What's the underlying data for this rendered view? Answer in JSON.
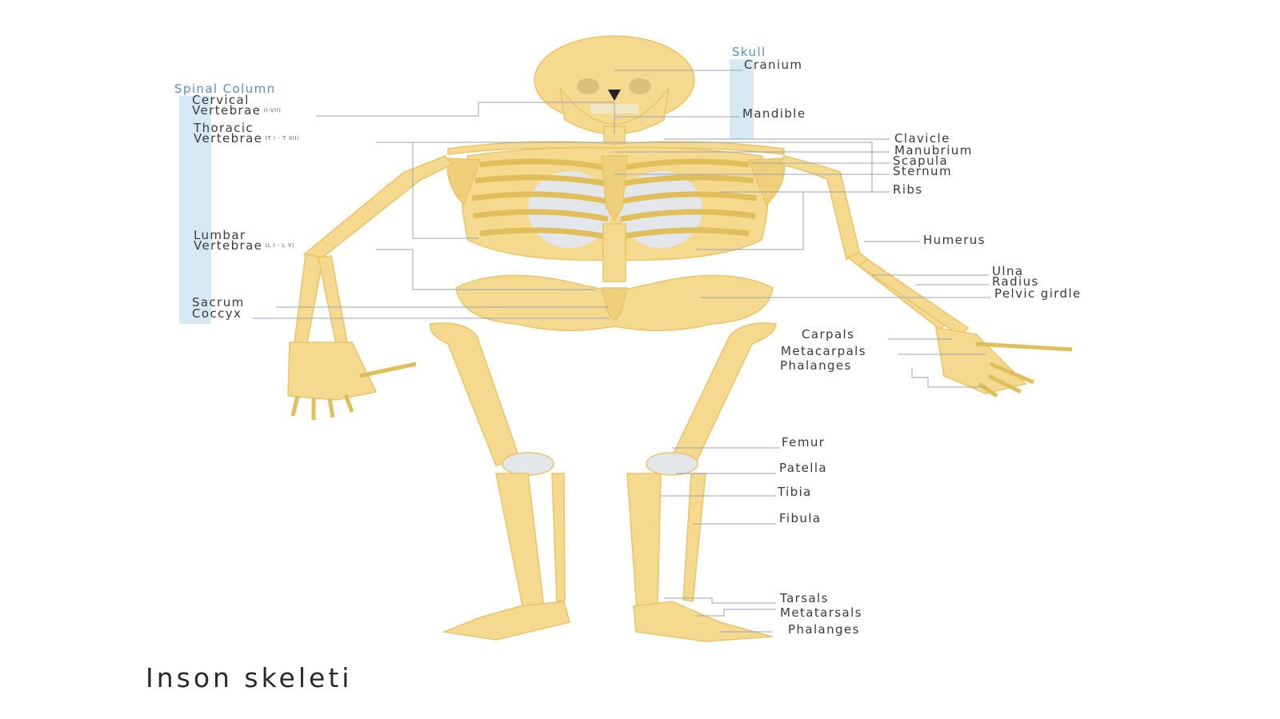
{
  "caption": "Inson skeleti",
  "groups": {
    "skull": "Skull",
    "spinal_column": "Spinal Column"
  },
  "labels": {
    "cranium": "Cranium",
    "mandible": "Mandible",
    "cervical_1": "Cervical",
    "cervical_2": "Vertebrae",
    "cervical_range": "(I-VII)",
    "thoracic_1": "Thoracic",
    "thoracic_2": "Vertebrae",
    "thoracic_range": "(T I - T XII)",
    "lumbar_1": "Lumbar",
    "lumbar_2": "Vertebrae",
    "lumbar_range": "(L I - L V)",
    "sacrum": "Sacrum",
    "coccyx": "Coccyx",
    "clavicle": "Clavicle",
    "manubrium": "Manubrium",
    "scapula": "Scapula",
    "sternum": "Sternum",
    "ribs": "Ribs",
    "humerus": "Humerus",
    "ulna": "Ulna",
    "radius": "Radius",
    "pelvic_girdle": "Pelvic girdle",
    "carpals": "Carpals",
    "metacarpals": "Metacarpals",
    "phalanges_hand": "Phalanges",
    "femur": "Femur",
    "patella": "Patella",
    "tibia": "Tibia",
    "fibula": "Fibula",
    "tarsals": "Tarsals",
    "metatarsals": "Metatarsals",
    "phalanges_foot": "Phalanges"
  },
  "colors": {
    "bone": "#f5d98e",
    "bone_shade": "#e9c46a",
    "cartilage": "#dfe3e6",
    "group_bar": "#d6e8f2",
    "group_text": "#5b8fc4",
    "leader_line": "#9aa3b4",
    "label_text": "#3a3a3a"
  }
}
